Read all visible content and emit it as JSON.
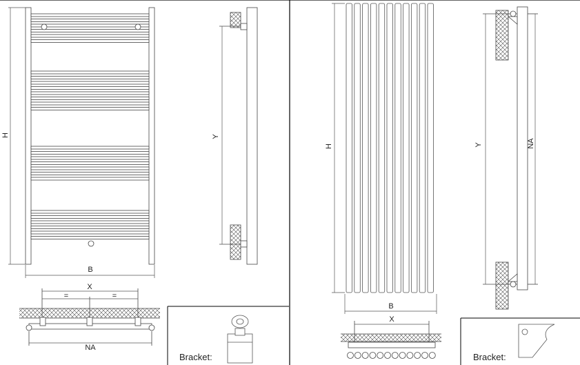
{
  "left_panel": {
    "front_view": {
      "height_label": "H",
      "width_label": "B"
    },
    "side_view": {
      "label": "Y"
    },
    "bottom_view": {
      "top_label": "X",
      "equal_left": "=",
      "equal_right": "=",
      "bottom_label": "NA"
    },
    "bracket_box": {
      "caption": "Bracket:"
    }
  },
  "right_panel": {
    "front_view": {
      "height_label": "H",
      "width_label": "B"
    },
    "side_view": {
      "label_y": "Y",
      "label_na": "NA"
    },
    "bottom_view": {
      "top_label": "X"
    },
    "bracket_box": {
      "caption": "Bracket:"
    }
  }
}
